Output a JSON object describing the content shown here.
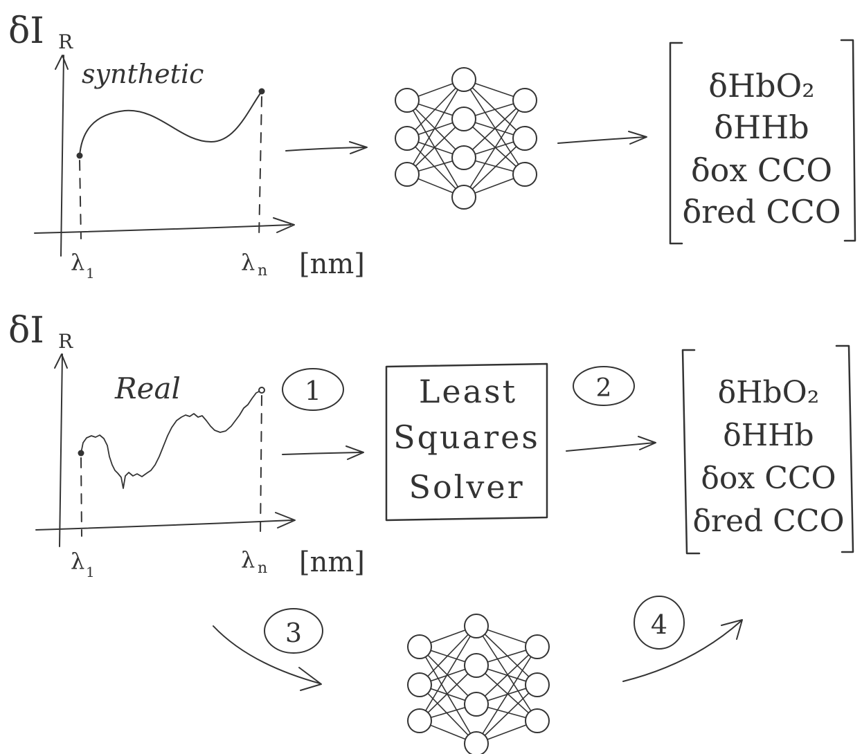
{
  "colors": {
    "ink": "#333333",
    "background": "#ffffff"
  },
  "top_panel": {
    "y_axis_label_main": "δI",
    "y_axis_label_sub": "R",
    "curve_label": "synthetic",
    "x_tick_start_main": "λ",
    "x_tick_start_sub": "1",
    "x_tick_end_main": "λ",
    "x_tick_end_sub": "n",
    "x_unit": "[nm]",
    "model_icon": "neural-network-icon",
    "outputs": [
      "δHbO₂",
      "δHHb",
      "δox CCO",
      "δred CCO"
    ]
  },
  "bottom_panel": {
    "y_axis_label_main": "δI",
    "y_axis_label_sub": "R",
    "curve_label": "Real",
    "x_tick_start_main": "λ",
    "x_tick_start_sub": "1",
    "x_tick_end_main": "λ",
    "x_tick_end_sub": "n",
    "x_unit": "[nm]",
    "solver_lines": [
      "Least",
      "Squares",
      "Solver"
    ],
    "outputs": [
      "δHbO₂",
      "δHHb",
      "δox CCO",
      "δred CCO"
    ],
    "steps": [
      "1",
      "2",
      "3",
      "4"
    ],
    "model_icon": "neural-network-icon"
  }
}
